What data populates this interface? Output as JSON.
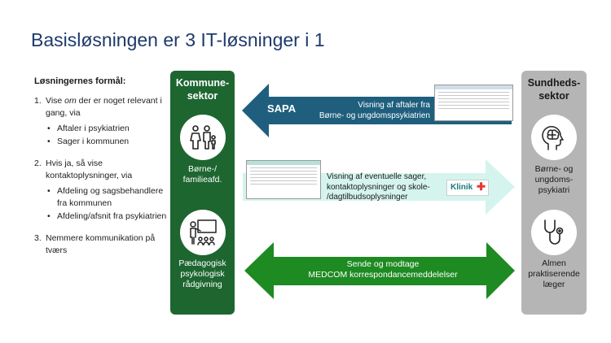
{
  "title": "Basisløsningen er 3 IT-løsninger i 1",
  "purpose": {
    "heading": "Løsningernes formål:",
    "items": [
      {
        "number": "1.",
        "pre": "Vise ",
        "em": "om",
        "post": " der er noget relevant i gang, via",
        "bullets": [
          "Aftaler i psykiatrien",
          "Sager i kommunen"
        ]
      },
      {
        "number": "2.",
        "text": "Hvis ja, så vise kontaktoplysninger, via",
        "bullets": [
          "Afdeling og sagsbehandlere fra kommunen",
          "Afdeling/afsnit fra psykiatrien"
        ]
      },
      {
        "number": "3.",
        "text": "Nemmere kommunikation på tværs",
        "bullets": []
      }
    ]
  },
  "municipal": {
    "heading": "Kommune-\nsektor",
    "unit1": "Børne-/\nfamilieafd.",
    "unit2": "Pædagogisk\npsykologisk\nrådgivning"
  },
  "health": {
    "heading": "Sundheds-\nsektor",
    "unit1": "Børne- og\nungdoms-\npsykiatri",
    "unit2": "Almen\npraktiserende\nlæger"
  },
  "flows": {
    "sapa": {
      "label": "SAPA",
      "text": "Visning af aftaler fra\nBørne- og ungdomspsykiatrien"
    },
    "klinik": {
      "logo": "Klinik",
      "text": "Visning af eventuelle sager,\nkontaktoplysninger og skole-\n/dagtilbudsoplysninger"
    },
    "medcom": {
      "text": "Sende og modtage\nMEDCOM korrespondancemeddelelser"
    }
  },
  "colors": {
    "title": "#1d3a6b",
    "green": "#1e6630",
    "grey": "#b5b5b5",
    "sapa_arrow": "#1f5f7d",
    "klinik_arrow": "#d5f4ee",
    "medcom_arrow": "#1e8a22"
  },
  "icons": [
    "family-icon",
    "teacher-icon",
    "brain-head-icon",
    "stethoscope-icon"
  ]
}
